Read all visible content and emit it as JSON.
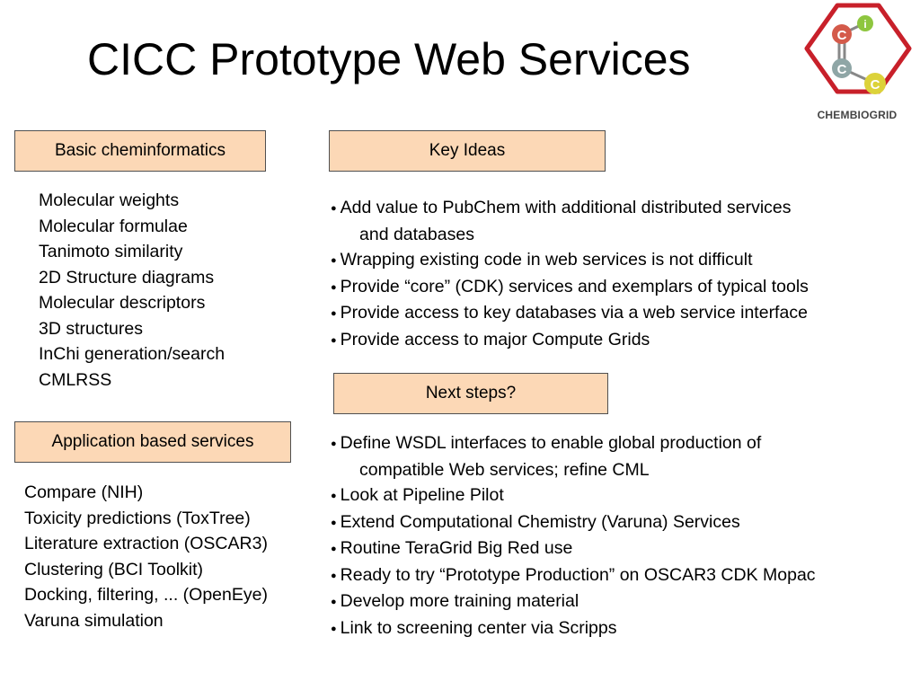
{
  "title": "CICC Prototype Web Services",
  "logo": {
    "atom_c1": "C",
    "atom_i": "i",
    "atom_c2": "C",
    "atom_c3": "C",
    "caption": "CHEMBIOGRID"
  },
  "sections": {
    "basic": {
      "heading": "Basic cheminformatics",
      "items": [
        "Molecular weights",
        "Molecular formulae",
        "Tanimoto similarity",
        "2D Structure diagrams",
        "Molecular descriptors",
        "3D structures",
        "InChi generation/search",
        "CMLRSS"
      ]
    },
    "application": {
      "heading": "Application based services",
      "items": [
        "Compare (NIH)",
        "Toxicity predictions (ToxTree)",
        "Literature extraction (OSCAR3)",
        "Clustering (BCI Toolkit)",
        "Docking, filtering, ... (OpenEye)",
        "Varuna simulation"
      ]
    },
    "key_ideas": {
      "heading": "Key Ideas",
      "items": [
        {
          "line": "Add value to PubChem with additional distributed services",
          "cont": "and databases"
        },
        {
          "line": "Wrapping existing code in web services is not difficult"
        },
        {
          "line": "Provide “core” (CDK) services and exemplars of typical tools"
        },
        {
          "line": "Provide access to key databases via a web service interface"
        },
        {
          "line": "Provide access to major Compute Grids"
        }
      ]
    },
    "next_steps": {
      "heading": "Next steps?",
      "items": [
        {
          "line": "Define WSDL interfaces to enable global production of",
          "cont": "compatible Web services; refine CML"
        },
        {
          "line": "Look at Pipeline Pilot"
        },
        {
          "line": "Extend Computational Chemistry (Varuna) Services"
        },
        {
          "line": "Routine TeraGrid Big Red use"
        },
        {
          "line": "Ready to try “Prototype Production” on OSCAR3 CDK Mopac"
        },
        {
          "line": "Develop more training material"
        },
        {
          "line": "Link to screening center via Scripps"
        }
      ]
    }
  },
  "colors": {
    "box_fill": "#fcd8b6",
    "logo_hexagon": "#c8202a",
    "atom_red": "#d45a4a",
    "atom_green": "#8ec63f",
    "atom_grey": "#8fa6a6",
    "atom_yellow": "#dcd23a"
  }
}
